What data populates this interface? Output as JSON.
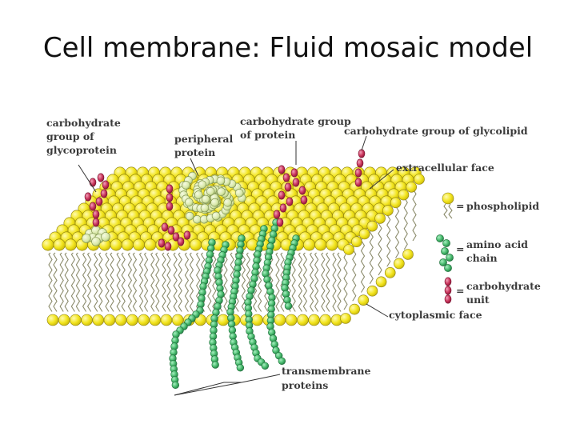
{
  "slide": {
    "title": "Cell membrane: Fluid mosaic model"
  },
  "labels": {
    "glycoprotein_cho": [
      "carbohydrate",
      "group of",
      "glycoprotein"
    ],
    "peripheral_protein": [
      "peripheral",
      "protein"
    ],
    "protein_cho": [
      "carbohydrate group",
      "of protein"
    ],
    "glycolipid_cho": "carbohydrate group of glycolipid",
    "extracellular_face": "extracellular face",
    "cytoplasmic_face": "cytoplasmic face",
    "transmembrane_proteins": [
      "transmembrane",
      "proteins"
    ]
  },
  "legend": {
    "equals": "=",
    "phospholipid": "phospholipid",
    "amino_acid_chain": [
      "amino acid",
      "chain"
    ],
    "carbohydrate_unit": [
      "carbohydrate",
      "unit"
    ]
  },
  "colors": {
    "phospholipid_head": "#f2e41c",
    "phospholipid_head_stroke": "#8a7d10",
    "tail": "#8a8a6a",
    "amino_acid": "#44b86a",
    "amino_acid_stroke": "#1f6e3b",
    "carbohydrate": "#c8325a",
    "carbohydrate_stroke": "#7a1430",
    "peripheral_protein": "#d7e7a6",
    "peripheral_protein_stroke": "#7c8f4e"
  }
}
